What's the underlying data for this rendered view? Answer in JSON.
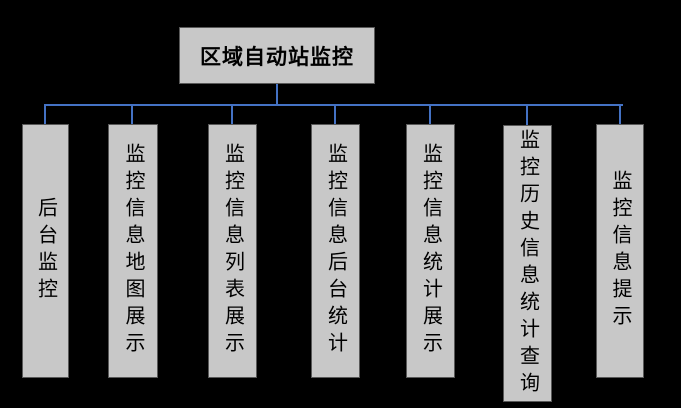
{
  "diagram": {
    "type": "org-tree",
    "root": {
      "label": "区域自动站监控"
    },
    "children": [
      {
        "label": "后台监控"
      },
      {
        "label": "监控信息地图展示"
      },
      {
        "label": "监控信息列表展示"
      },
      {
        "label": "监控信息后台统计"
      },
      {
        "label": "监控信息统计展示"
      },
      {
        "label": "监控历史信息统计查询"
      },
      {
        "label": "监控信息提示"
      }
    ],
    "colors": {
      "background": "#000000",
      "node_fill": "#c8c8c8",
      "node_border": "#595959",
      "connector": "#4472c4",
      "node_text": "#000000"
    }
  }
}
